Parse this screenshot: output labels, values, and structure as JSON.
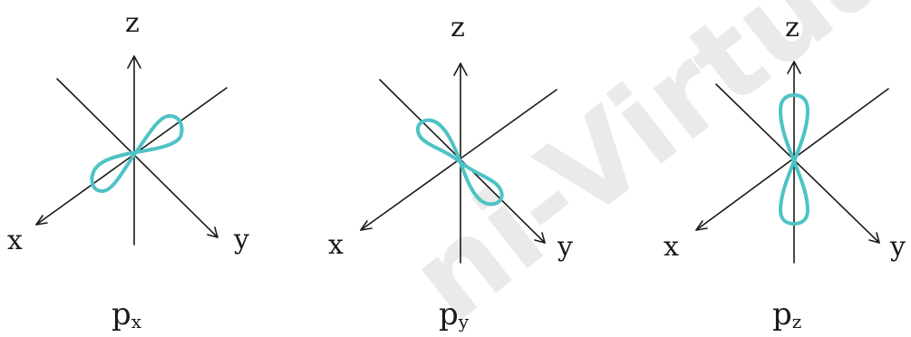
{
  "watermark": {
    "text": "ni-Virtual"
  },
  "orbitals": [
    {
      "name": "p-x-orbital",
      "label_main": "p",
      "label_sub": "x",
      "axes": {
        "z": "z",
        "x": "x",
        "y": "y"
      }
    },
    {
      "name": "p-y-orbital",
      "label_main": "p",
      "label_sub": "y",
      "axes": {
        "z": "z",
        "x": "x",
        "y": "y"
      }
    },
    {
      "name": "p-z-orbital",
      "label_main": "p",
      "label_sub": "z",
      "axes": {
        "z": "z",
        "x": "x",
        "y": "y"
      }
    }
  ],
  "colors": {
    "lobe": "#4ec3c6",
    "axis": "#1a1a1a",
    "watermark": "#d9d9d9"
  }
}
